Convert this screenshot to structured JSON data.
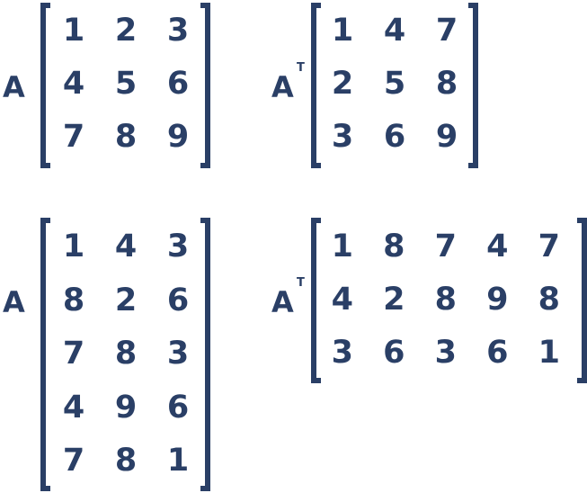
{
  "colors": {
    "ink": "#2a3f66",
    "background": "#ffffff"
  },
  "matrices": [
    {
      "label": "A",
      "sup": "",
      "rows": [
        [
          "1",
          "2",
          "3"
        ],
        [
          "4",
          "5",
          "6"
        ],
        [
          "7",
          "8",
          "9"
        ]
      ]
    },
    {
      "label": "A",
      "sup": "T",
      "rows": [
        [
          "1",
          "4",
          "7"
        ],
        [
          "2",
          "5",
          "8"
        ],
        [
          "3",
          "6",
          "9"
        ]
      ]
    },
    {
      "label": "A",
      "sup": "",
      "rows": [
        [
          "1",
          "4",
          "3"
        ],
        [
          "8",
          "2",
          "6"
        ],
        [
          "7",
          "8",
          "3"
        ],
        [
          "4",
          "9",
          "6"
        ],
        [
          "7",
          "8",
          "1"
        ]
      ]
    },
    {
      "label": "A",
      "sup": "T",
      "rows": [
        [
          "1",
          "8",
          "7",
          "4",
          "7"
        ],
        [
          "4",
          "2",
          "8",
          "9",
          "8"
        ],
        [
          "3",
          "6",
          "3",
          "6",
          "1"
        ]
      ]
    }
  ]
}
